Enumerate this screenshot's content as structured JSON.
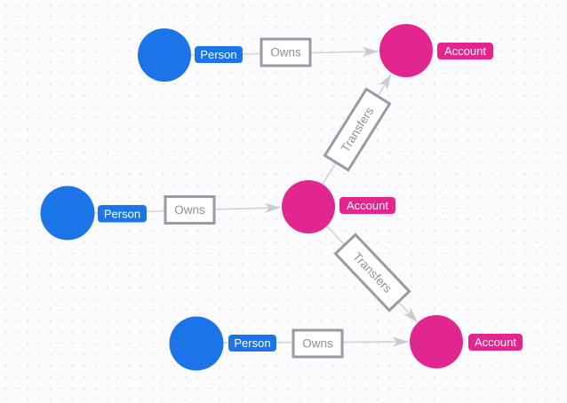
{
  "canvas": {
    "name": "graph-visualization-canvas"
  },
  "colors": {
    "canvas_bg": "#fbfbfd",
    "dot": "#e9e9ec",
    "person_node": "#1b74e8",
    "account_node": "#e3268f",
    "edge": "#d5d5d9",
    "arrowhead": "#cbccd1",
    "rel_box_border": "#989ba1",
    "rel_text": "#8d9095",
    "badge_text": "#ffffff"
  },
  "graph": {
    "node_types": [
      {
        "label": "Person",
        "color": "#1b74e8"
      },
      {
        "label": "Account",
        "color": "#e3268f"
      }
    ],
    "nodes": [
      {
        "id": "person-top",
        "type": "Person",
        "label": "Person"
      },
      {
        "id": "person-middle",
        "type": "Person",
        "label": "Person"
      },
      {
        "id": "person-bottom",
        "type": "Person",
        "label": "Person"
      },
      {
        "id": "account-top",
        "type": "Account",
        "label": "Account"
      },
      {
        "id": "account-middle",
        "type": "Account",
        "label": "Account"
      },
      {
        "id": "account-bottom",
        "type": "Account",
        "label": "Account"
      }
    ],
    "edges": [
      {
        "from": "person-top",
        "to": "account-top",
        "label": "Owns"
      },
      {
        "from": "person-middle",
        "to": "account-middle",
        "label": "Owns"
      },
      {
        "from": "person-bottom",
        "to": "account-bottom",
        "label": "Owns"
      },
      {
        "from": "account-middle",
        "to": "account-top",
        "label": "Transfers"
      },
      {
        "from": "account-middle",
        "to": "account-bottom",
        "label": "Transfers"
      }
    ]
  }
}
